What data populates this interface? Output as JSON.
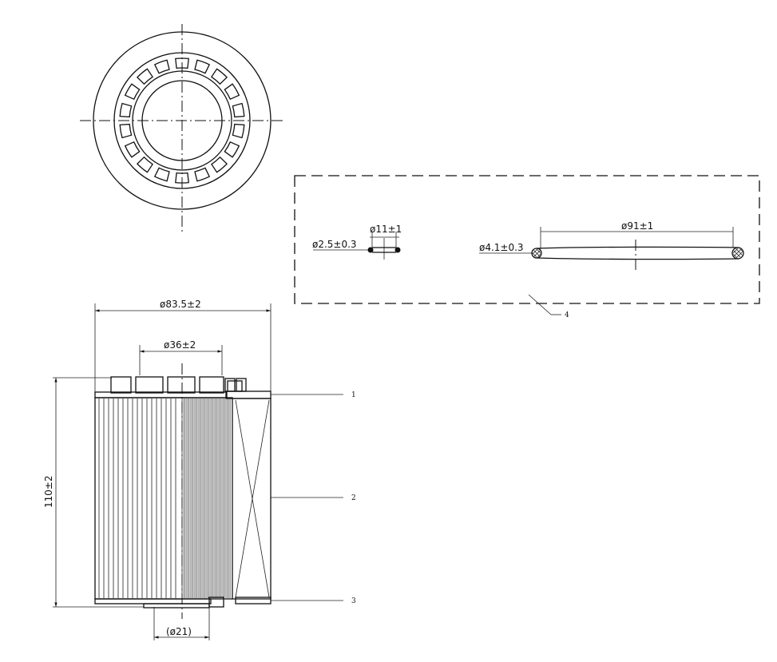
{
  "dimensions": {
    "outer_diameter": "ø83.5±2",
    "inner_diameter": "ø36±2",
    "height": "110±2",
    "outlet_diameter": "(ø21)",
    "small_oring_inner": "ø11±1",
    "small_oring_section": "ø2.5±0.3",
    "large_oring_inner": "ø91±1",
    "large_oring_section": "ø4.1±0.3"
  },
  "callouts": [
    "1",
    "2",
    "3",
    "4"
  ]
}
